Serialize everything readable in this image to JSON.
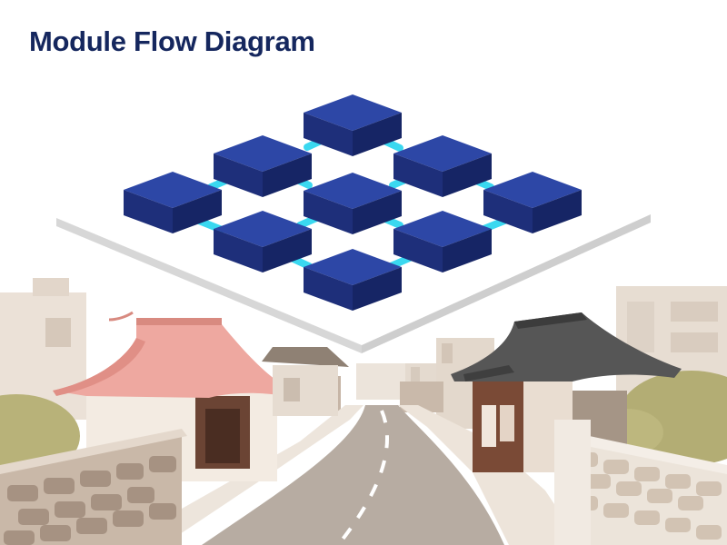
{
  "title": "Module Flow Diagram",
  "colors": {
    "module_top": "#2d47a6",
    "module_left": "#1e2f7a",
    "module_right": "#162565",
    "connector": "#36d2ee",
    "platform": "#d9d9d9",
    "road": "#b7aca2",
    "wall": "#b29e8e",
    "pink_roof": "#eea8a0",
    "dark_roof": "#565656",
    "bush": "#b8b279"
  },
  "diagram": {
    "grid_rows": 3,
    "grid_cols": 3,
    "module_count": 9,
    "connector_count": 12
  },
  "icons": {
    "module": "cube-icon",
    "connector": "connector-line",
    "scene": "hanok-street-illustration"
  }
}
